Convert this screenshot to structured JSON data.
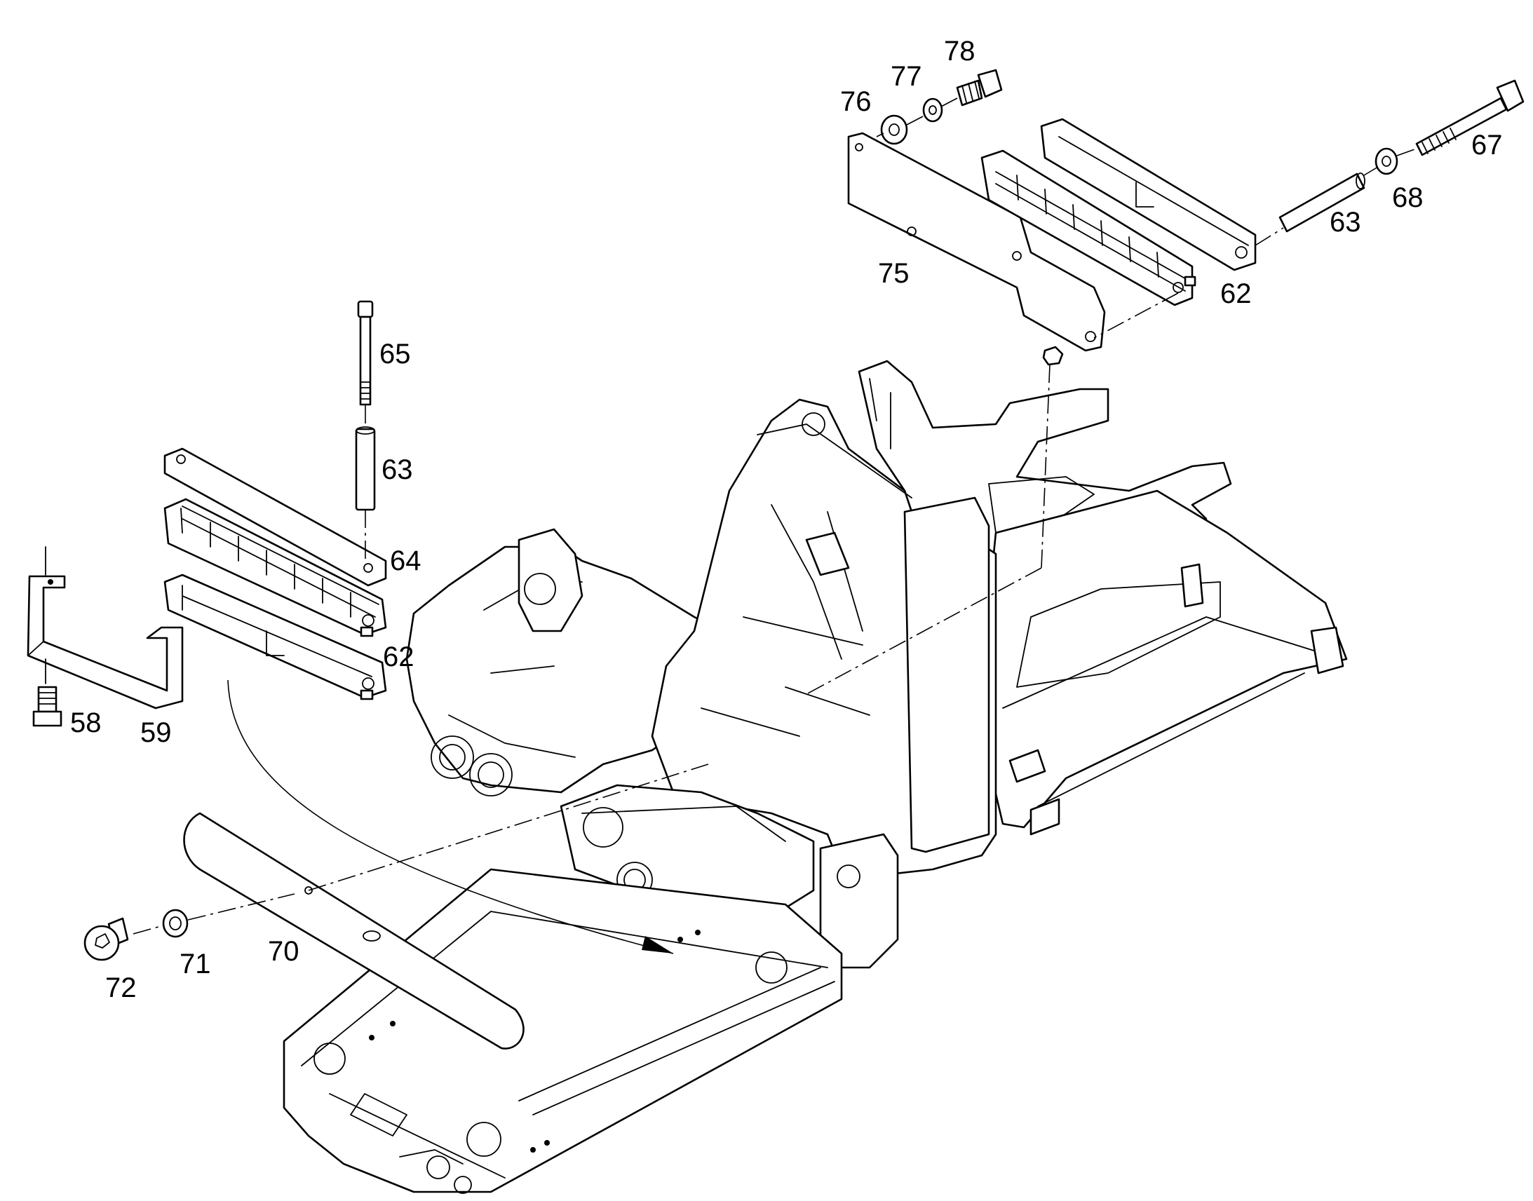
{
  "callouts": {
    "c58": "58",
    "c59": "59",
    "c62a": "62",
    "c62b": "62",
    "c63a": "63",
    "c63b": "63",
    "c64": "64",
    "c65": "65",
    "c67": "67",
    "c68": "68",
    "c70": "70",
    "c71": "71",
    "c72": "72",
    "c75": "75",
    "c76": "76",
    "c77": "77",
    "c78": "78"
  }
}
